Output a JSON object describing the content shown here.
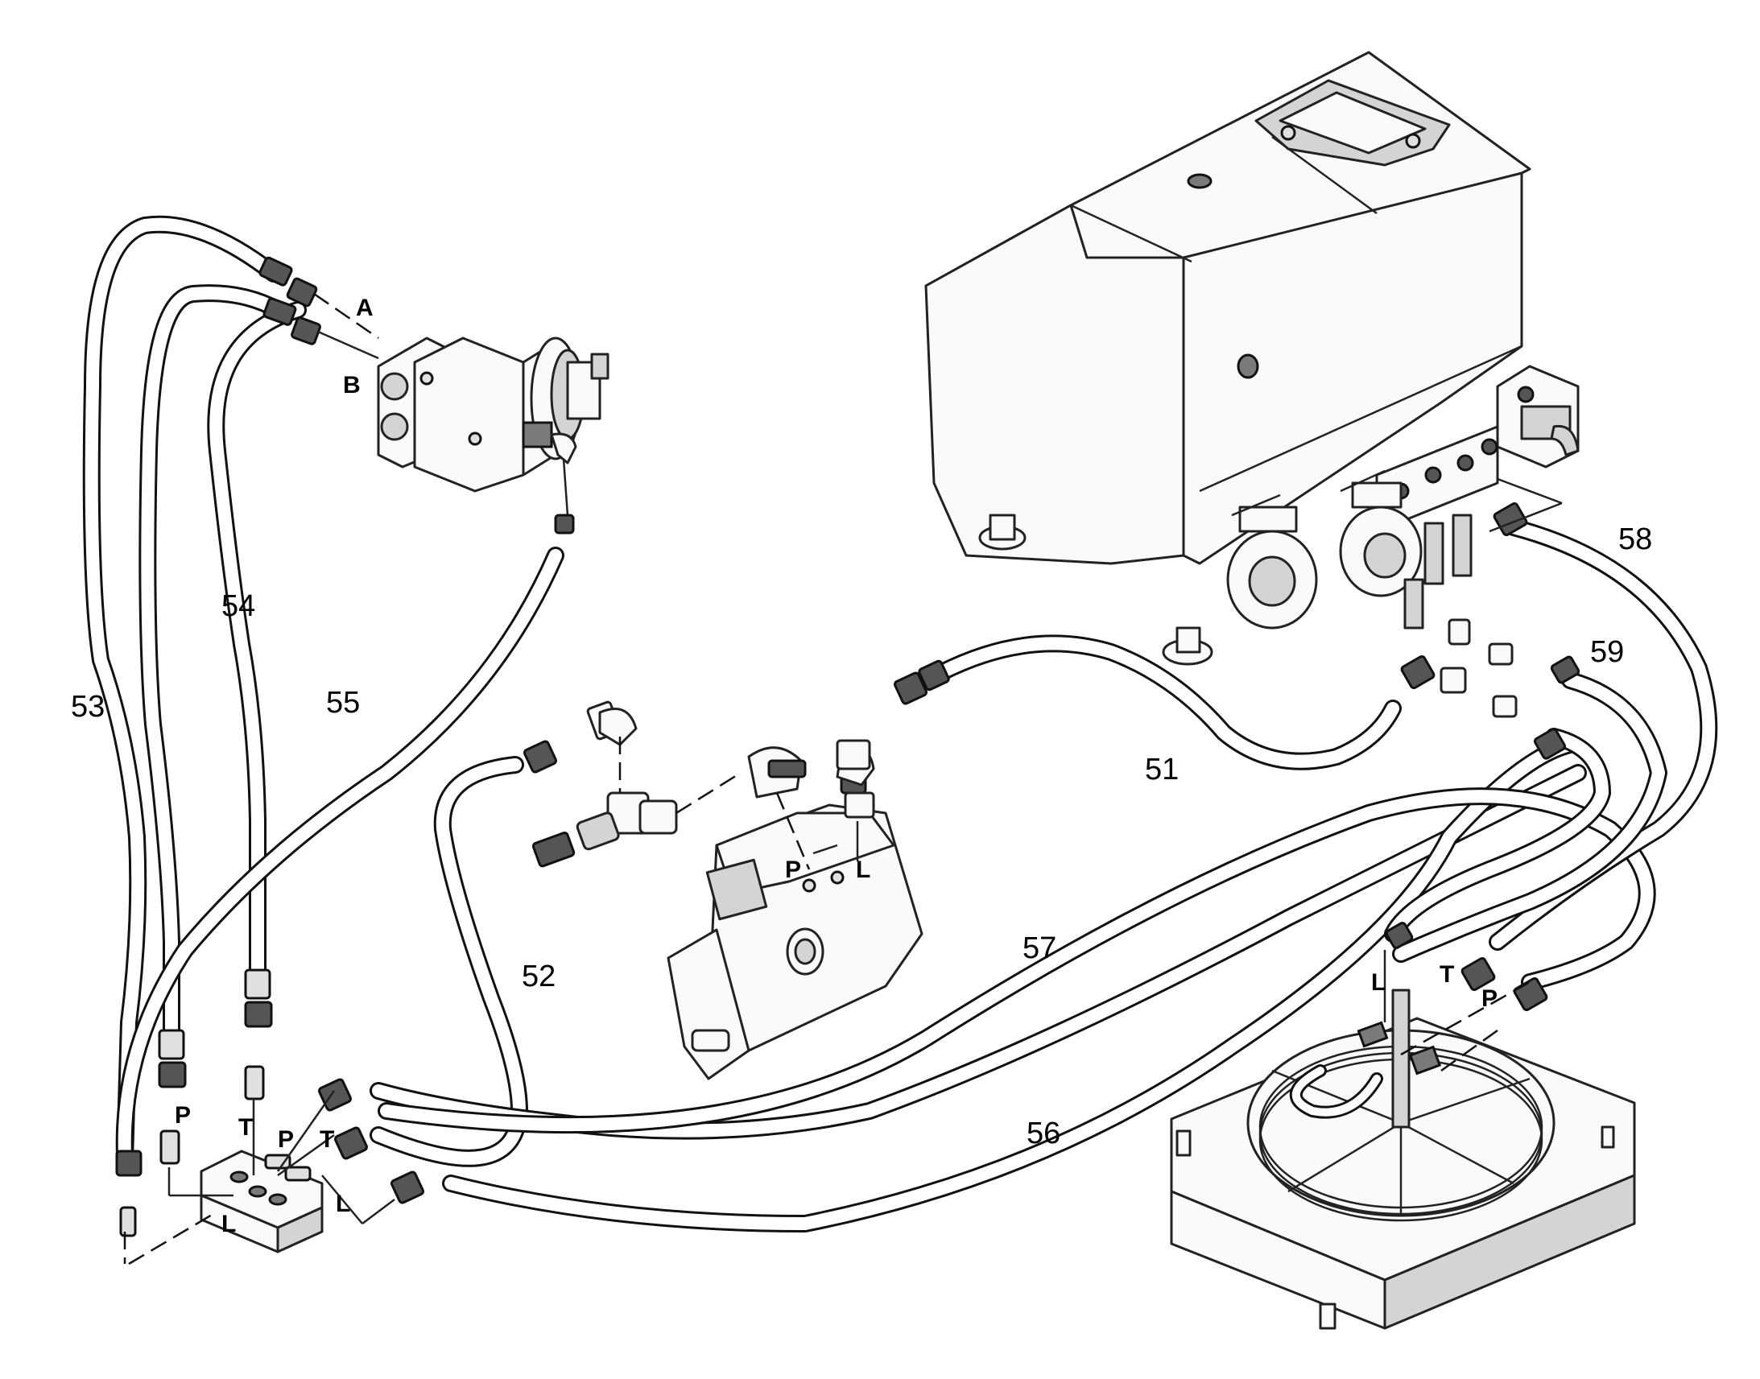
{
  "diagram": {
    "callouts": [
      {
        "id": "c51",
        "text": "51"
      },
      {
        "id": "c52",
        "text": "52"
      },
      {
        "id": "c53",
        "text": "53"
      },
      {
        "id": "c54",
        "text": "54"
      },
      {
        "id": "c55",
        "text": "55"
      },
      {
        "id": "c56",
        "text": "56"
      },
      {
        "id": "c57",
        "text": "57"
      },
      {
        "id": "c58",
        "text": "58"
      },
      {
        "id": "c59",
        "text": "59"
      }
    ],
    "ports": {
      "motor_a": "A",
      "motor_b": "B",
      "pump_p": "P",
      "pump_l": "L",
      "manifold_p": "P",
      "manifold_t": "T",
      "manifold_l": "L",
      "manifold_p2": "P",
      "manifold_t2": "T",
      "manifold_l2": "L",
      "cooler_l": "L",
      "cooler_t": "T",
      "cooler_p": "P"
    },
    "components": [
      "hydraulic-tank",
      "hydraulic-motor",
      "hydraulic-pump",
      "oil-cooler",
      "valve-block",
      "tee-fitting"
    ]
  }
}
